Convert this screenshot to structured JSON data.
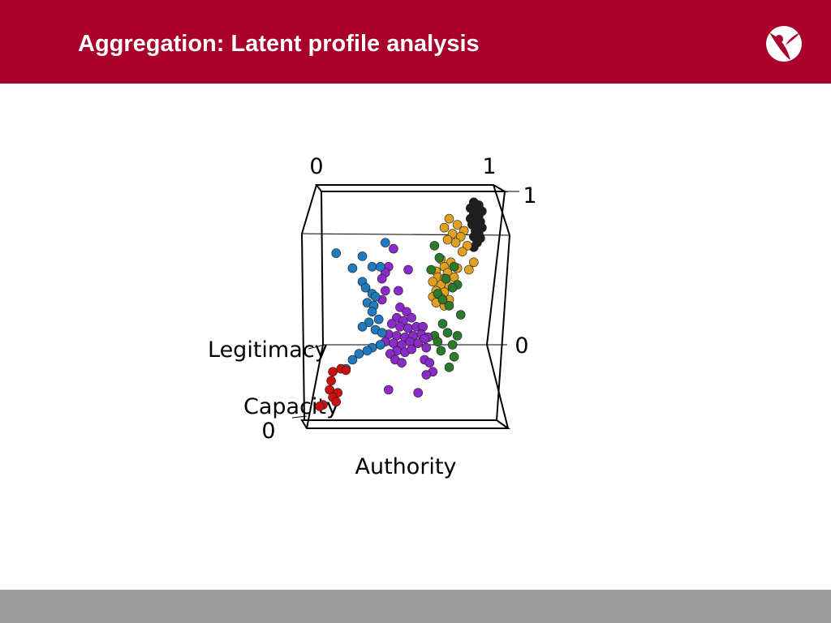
{
  "slide": {
    "title": "Aggregation: Latent profile analysis",
    "header_color": "#a8002a",
    "footer_color": "#9c9c9c",
    "logo_icon": "brand-logo-icon"
  },
  "chart_data": {
    "type": "scatter",
    "projection": "3d",
    "title": "",
    "axes": {
      "authority": {
        "label": "Authority",
        "range": [
          0,
          1
        ],
        "ticks": [
          "0",
          "1"
        ]
      },
      "legitimacy": {
        "label": "Legitimacy",
        "range": [
          0,
          1
        ],
        "ticks": [
          "0",
          "1"
        ]
      },
      "capacity": {
        "label": "Capacity",
        "range": [
          0,
          1
        ],
        "ticks": [
          "0"
        ]
      }
    },
    "tick_labels": {
      "top_left": "0",
      "top_right": "1",
      "right_top": "1",
      "right_mid": "0",
      "bottom_left": "0"
    },
    "series": [
      {
        "color": "#1f1f1f",
        "points": [
          [
            0.92,
            0.95
          ],
          [
            0.95,
            0.93
          ],
          [
            0.9,
            0.91
          ],
          [
            0.94,
            0.9
          ],
          [
            0.97,
            0.89
          ],
          [
            0.92,
            0.87
          ],
          [
            0.95,
            0.86
          ],
          [
            0.9,
            0.84
          ],
          [
            0.93,
            0.83
          ],
          [
            0.96,
            0.82
          ],
          [
            0.91,
            0.8
          ],
          [
            0.94,
            0.79
          ],
          [
            0.97,
            0.78
          ],
          [
            0.93,
            0.76
          ],
          [
            0.95,
            0.74
          ],
          [
            0.92,
            0.72
          ],
          [
            0.96,
            0.71
          ],
          [
            0.94,
            0.68
          ],
          [
            0.92,
            0.65
          ]
        ]
      },
      {
        "color": "#e0a020",
        "points": [
          [
            0.77,
            0.84
          ],
          [
            0.82,
            0.8
          ],
          [
            0.74,
            0.78
          ],
          [
            0.86,
            0.76
          ],
          [
            0.79,
            0.74
          ],
          [
            0.84,
            0.72
          ],
          [
            0.76,
            0.7
          ],
          [
            0.81,
            0.68
          ],
          [
            0.88,
            0.66
          ],
          [
            0.85,
            0.62
          ],
          [
            0.72,
            0.57
          ],
          [
            0.78,
            0.55
          ],
          [
            0.74,
            0.52
          ],
          [
            0.82,
            0.51
          ],
          [
            0.69,
            0.49
          ],
          [
            0.76,
            0.48
          ],
          [
            0.7,
            0.45
          ],
          [
            0.74,
            0.44
          ],
          [
            0.8,
            0.45
          ],
          [
            0.67,
            0.42
          ],
          [
            0.72,
            0.4
          ],
          [
            0.77,
            0.39
          ],
          [
            0.69,
            0.36
          ],
          [
            0.74,
            0.35
          ],
          [
            0.67,
            0.32
          ],
          [
            0.72,
            0.31
          ],
          [
            0.77,
            0.3
          ],
          [
            0.69,
            0.28
          ],
          [
            0.74,
            0.26
          ],
          [
            0.92,
            0.55
          ],
          [
            0.89,
            0.5
          ]
        ]
      },
      {
        "color": "#2a7a2a",
        "points": [
          [
            0.68,
            0.66
          ],
          [
            0.71,
            0.58
          ],
          [
            0.66,
            0.5
          ],
          [
            0.8,
            0.52
          ],
          [
            0.75,
            0.44
          ],
          [
            0.82,
            0.4
          ],
          [
            0.79,
            0.38
          ],
          [
            0.7,
            0.34
          ],
          [
            0.73,
            0.3
          ],
          [
            0.77,
            0.26
          ],
          [
            0.84,
            0.2
          ],
          [
            0.73,
            0.14
          ],
          [
            0.76,
            0.08
          ],
          [
            0.82,
            0.06
          ],
          [
            0.68,
            0.06
          ],
          [
            0.7,
            0.02
          ],
          [
            0.79,
            0.0
          ],
          [
            0.72,
            -0.04
          ],
          [
            0.8,
            -0.08
          ],
          [
            0.77,
            -0.15
          ]
        ]
      },
      {
        "color": "#8a2ac8",
        "points": [
          [
            0.43,
            0.64
          ],
          [
            0.4,
            0.52
          ],
          [
            0.38,
            0.48
          ],
          [
            0.36,
            0.44
          ],
          [
            0.46,
            0.36
          ],
          [
            0.38,
            0.36
          ],
          [
            0.52,
            0.5
          ],
          [
            0.47,
            0.25
          ],
          [
            0.51,
            0.22
          ],
          [
            0.45,
            0.18
          ],
          [
            0.49,
            0.16
          ],
          [
            0.54,
            0.18
          ],
          [
            0.42,
            0.14
          ],
          [
            0.47,
            0.12
          ],
          [
            0.52,
            0.11
          ],
          [
            0.57,
            0.12
          ],
          [
            0.61,
            0.12
          ],
          [
            0.4,
            0.07
          ],
          [
            0.45,
            0.06
          ],
          [
            0.5,
            0.05
          ],
          [
            0.55,
            0.06
          ],
          [
            0.6,
            0.07
          ],
          [
            0.64,
            0.05
          ],
          [
            0.38,
            0.02
          ],
          [
            0.43,
            0.01
          ],
          [
            0.48,
            0.0
          ],
          [
            0.53,
            0.02
          ],
          [
            0.58,
            0.01
          ],
          [
            0.35,
            0.0
          ],
          [
            0.45,
            -0.04
          ],
          [
            0.5,
            -0.05
          ],
          [
            0.41,
            -0.06
          ],
          [
            0.54,
            -0.03
          ],
          [
            0.44,
            -0.1
          ],
          [
            0.48,
            -0.12
          ],
          [
            0.62,
            0.04
          ],
          [
            0.62,
            -0.1
          ],
          [
            0.65,
            -0.12
          ],
          [
            0.67,
            -0.18
          ],
          [
            0.63,
            -0.2
          ],
          [
            0.4,
            -0.3
          ],
          [
            0.58,
            -0.32
          ],
          [
            0.63,
            -0.02
          ],
          [
            0.36,
            0.3
          ]
        ]
      },
      {
        "color": "#1f7ac0",
        "points": [
          [
            0.08,
            0.61
          ],
          [
            0.24,
            0.59
          ],
          [
            0.38,
            0.68
          ],
          [
            0.18,
            0.51
          ],
          [
            0.3,
            0.52
          ],
          [
            0.35,
            0.52
          ],
          [
            0.24,
            0.42
          ],
          [
            0.26,
            0.38
          ],
          [
            0.3,
            0.34
          ],
          [
            0.32,
            0.32
          ],
          [
            0.27,
            0.28
          ],
          [
            0.31,
            0.26
          ],
          [
            0.3,
            0.22
          ],
          [
            0.34,
            0.17
          ],
          [
            0.28,
            0.15
          ],
          [
            0.24,
            0.12
          ],
          [
            0.32,
            0.1
          ],
          [
            0.36,
            0.08
          ],
          [
            0.3,
            -0.02
          ],
          [
            0.27,
            -0.04
          ],
          [
            0.22,
            -0.06
          ],
          [
            0.18,
            -0.1
          ],
          [
            0.14,
            -0.16
          ],
          [
            0.35,
            0.0
          ]
        ]
      },
      {
        "color": "#cc1010",
        "points": [
          [
            0.11,
            -0.16
          ],
          [
            0.14,
            -0.17
          ],
          [
            0.06,
            -0.18
          ],
          [
            0.05,
            -0.24
          ],
          [
            0.04,
            -0.3
          ],
          [
            0.09,
            -0.32
          ],
          [
            0.06,
            -0.35
          ],
          [
            0.08,
            -0.38
          ],
          [
            0.0,
            -0.4
          ],
          [
            -0.02,
            -0.41
          ]
        ]
      }
    ]
  }
}
